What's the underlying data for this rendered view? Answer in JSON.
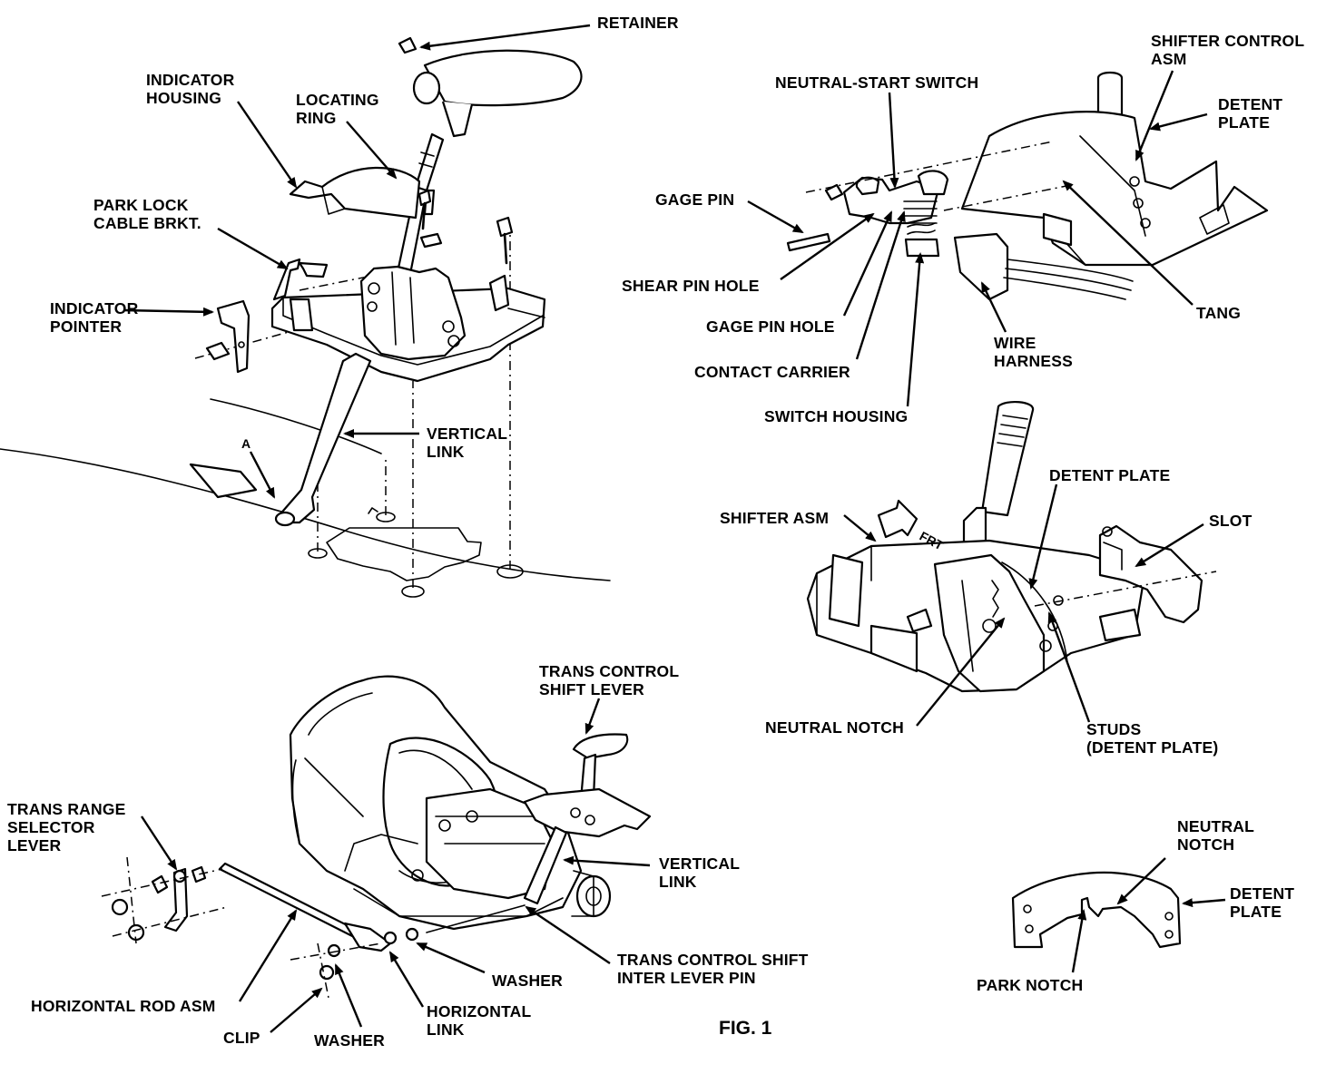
{
  "figure": {
    "caption": "FIG. 1"
  },
  "labels": {
    "retainer": "RETAINER",
    "indicator_housing": [
      "INDICATOR",
      "HOUSING"
    ],
    "locating_ring": [
      "LOCATING",
      "RING"
    ],
    "park_lock_cable_brkt": [
      "PARK LOCK",
      "CABLE BRKT."
    ],
    "indicator_pointer": [
      "INDICATOR",
      "POINTER"
    ],
    "vertical_link_top": [
      "VERTICAL",
      "LINK"
    ],
    "point_a": "A",
    "shifter_control_asm": [
      "SHIFTER CONTROL",
      "ASM"
    ],
    "neutral_start_switch": "NEUTRAL-START SWITCH",
    "detent_plate_top": [
      "DETENT",
      "PLATE"
    ],
    "gage_pin": "GAGE PIN",
    "shear_pin_hole": "SHEAR PIN HOLE",
    "tang": "TANG",
    "gage_pin_hole": "GAGE PIN HOLE",
    "wire_harness": [
      "WIRE",
      "HARNESS"
    ],
    "contact_carrier": "CONTACT CARRIER",
    "switch_housing": "SWITCH HOUSING",
    "detent_plate_mid": "DETENT PLATE",
    "shifter_asm": "SHIFTER ASM",
    "frt": "FRT",
    "slot": "SLOT",
    "neutral_notch_mid": "NEUTRAL NOTCH",
    "studs_detent_plate": [
      "STUDS",
      "(DETENT PLATE)"
    ],
    "trans_control_shift_lever": [
      "TRANS CONTROL",
      "SHIFT LEVER"
    ],
    "trans_range_selector_lever": [
      "TRANS RANGE",
      "SELECTOR",
      "LEVER"
    ],
    "vertical_link_bottom": [
      "VERTICAL",
      "LINK"
    ],
    "washer_right": "WASHER",
    "trans_control_shift_inter_lever_pin": [
      "TRANS CONTROL SHIFT",
      "INTER LEVER PIN"
    ],
    "horizontal_rod_asm": "HORIZONTAL ROD ASM",
    "horizontal_link": [
      "HORIZONTAL",
      "LINK"
    ],
    "clip": "CLIP",
    "washer_bottom": "WASHER",
    "neutral_notch_detail": [
      "NEUTRAL",
      "NOTCH"
    ],
    "detent_plate_detail": [
      "DETENT",
      "PLATE"
    ],
    "park_notch": "PARK NOTCH"
  }
}
